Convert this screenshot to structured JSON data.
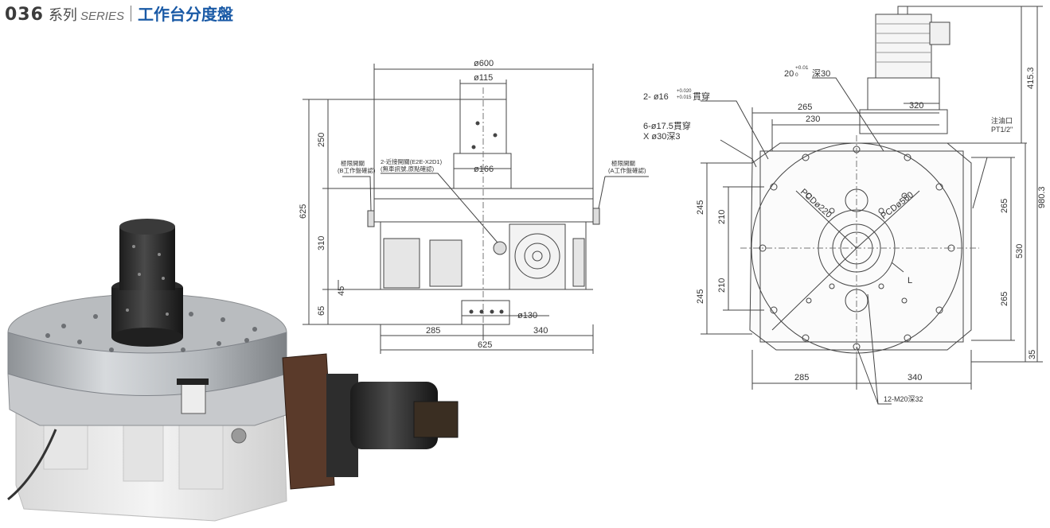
{
  "header": {
    "series_number": "036",
    "series_cn": "系列",
    "series_en": "SERIES",
    "title": "工作台分度盤"
  },
  "colors": {
    "title": "#1a5aa6",
    "line": "#444444",
    "steel": "#a9adb1",
    "base": "#e9e9e9",
    "motor": "#2c2c2c",
    "flange": "#5a3a2a"
  },
  "front_view": {
    "dims": {
      "top_width": "ø600",
      "shaft_dia": "ø115",
      "hub_dia": "ø166",
      "pilot_dia": "ø130",
      "height_250": "250",
      "height_625": "625",
      "height_310": "310",
      "height_45": "45",
      "height_65": "65",
      "width_285": "285",
      "width_340": "340",
      "width_625": "625"
    },
    "labels": {
      "limit_b_1": "極限開關",
      "limit_b_2": "(B工作盤確認)",
      "proximity_1": "2-近接開關(E2E-X2D1)",
      "proximity_2": "(無車訊號,原點確認)",
      "limit_a_1": "極限開關",
      "limit_a_2": "(A工作盤確認)"
    }
  },
  "top_view": {
    "dims": {
      "keyway": "20",
      "keyway_tol": "+0.01",
      "keyway_tol_zero": "0",
      "keyway_depth": "深30",
      "bore": "2- ø16",
      "bore_tol_up": "+0.020",
      "bore_tol_dn": "+0.015",
      "bore_note": "貫穿",
      "holes_1": "6-ø17.5貫穿",
      "holes_2": "X ø30深3",
      "w265": "265",
      "w320": "320",
      "w230": "230",
      "oil_1": "注油口",
      "oil_2": "PT1/2\"",
      "h415": "415.3",
      "h980": "980.3",
      "h265a": "265",
      "h530": "530",
      "h265b": "265",
      "h35": "35",
      "l245a": "245",
      "l210a": "210",
      "l245b": "245",
      "l210b": "210",
      "pcd220": "PCDø220",
      "pcd560": "PCDø560",
      "l_mark": "L",
      "b285": "285",
      "b340": "340",
      "tap": "12-M20深32"
    }
  }
}
